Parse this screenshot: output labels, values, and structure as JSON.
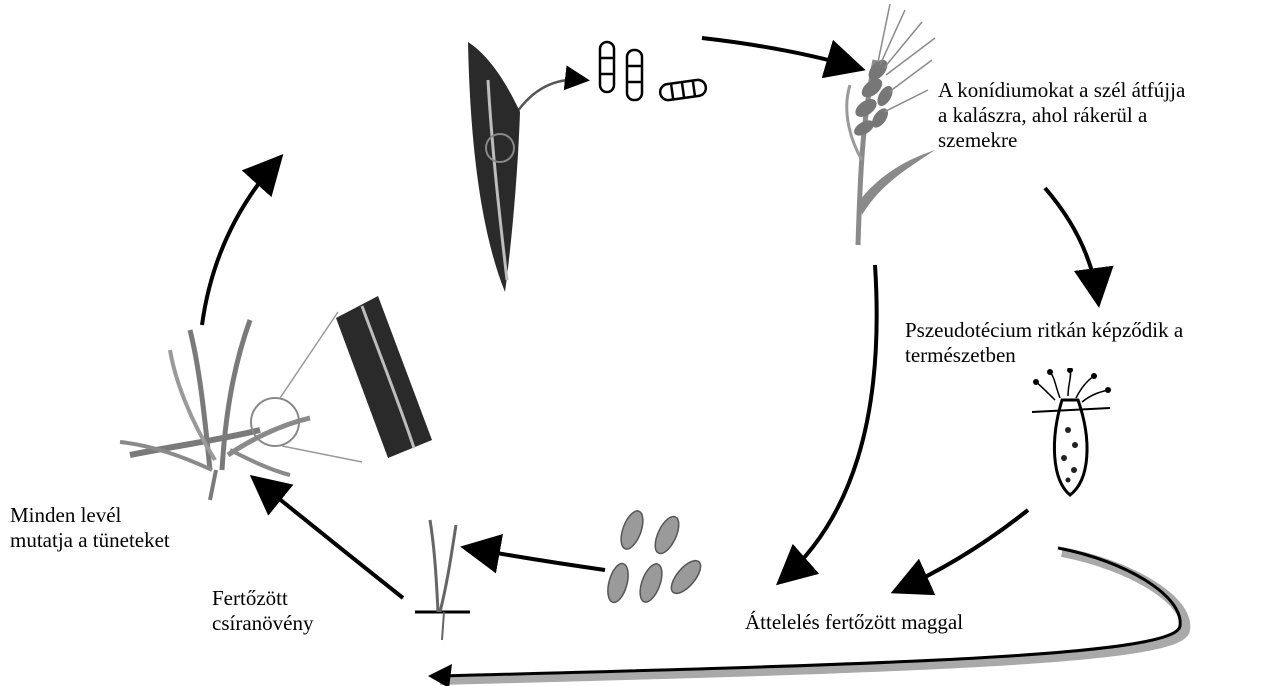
{
  "diagram": {
    "labels": {
      "conidia_wind": {
        "line1": "A konídiumokat a szél átfújja",
        "line2": "a kalászra, ahol rákerül a",
        "line3": "szemekre"
      },
      "pseudothecium": {
        "line1": "Pszeudotécium ritkán képződik a",
        "line2": "természetben"
      },
      "overwintering": {
        "line1": "Áttelelés fertőzött maggal"
      },
      "infected_seedling": {
        "line1": "Fertőzött",
        "line2": "csíranövény"
      },
      "all_leaves": {
        "line1": "Minden levél",
        "line2": "mutatja a tüneteket"
      }
    },
    "colors": {
      "line": "#000000",
      "leaf_dark": "#2a2a2a",
      "leaf_light": "#bdbdbd",
      "seed": "#9a9a9a",
      "grass": "#7a7a7a",
      "curve_shadow": "#a9a9a9"
    }
  }
}
